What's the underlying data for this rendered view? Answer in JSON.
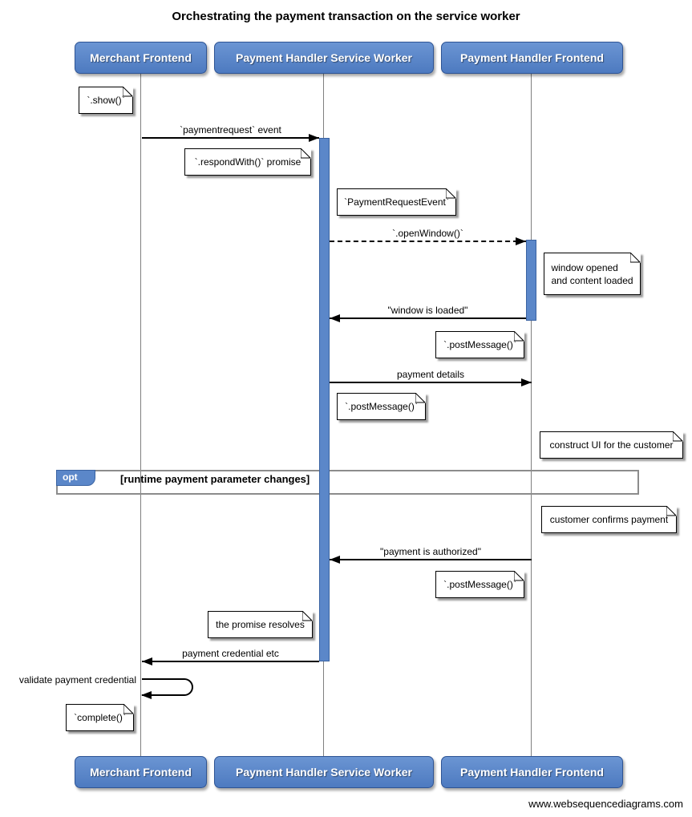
{
  "title": "Orchestrating the payment transaction on the service worker",
  "footer": "www.websequencediagrams.com",
  "actors": [
    {
      "label": "Merchant Frontend"
    },
    {
      "label": "Payment Handler Service Worker"
    },
    {
      "label": "Payment Handler Frontend"
    }
  ],
  "fragment": {
    "operator": "opt",
    "condition": "[runtime payment parameter changes]"
  },
  "messages": [
    {
      "label": "`paymentrequest` event",
      "from": "Merchant Frontend",
      "to": "Payment Handler Service Worker",
      "line": "solid"
    },
    {
      "label": "`.openWindow()`",
      "from": "Payment Handler Service Worker",
      "to": "Payment Handler Frontend",
      "line": "dashed"
    },
    {
      "label": "\"window is loaded\"",
      "from": "Payment Handler Frontend",
      "to": "Payment Handler Service Worker",
      "line": "solid"
    },
    {
      "label": "payment details",
      "from": "Payment Handler Service Worker",
      "to": "Payment Handler Frontend",
      "line": "solid"
    },
    {
      "label": "\"payment is authorized\"",
      "from": "Payment Handler Frontend",
      "to": "Payment Handler Service Worker",
      "line": "solid"
    },
    {
      "label": "payment credential etc",
      "from": "Payment Handler Service Worker",
      "to": "Merchant Frontend",
      "line": "solid"
    },
    {
      "label": "validate payment credential",
      "from": "Merchant Frontend",
      "to": "Merchant Frontend",
      "line": "solid",
      "self": true
    }
  ],
  "notes": [
    {
      "text": "`.show()`",
      "anchor": "Merchant Frontend"
    },
    {
      "text": "`.respondWith()` promise",
      "anchor": "Payment Handler Service Worker"
    },
    {
      "text": "`PaymentRequestEvent`",
      "anchor": "Payment Handler Service Worker"
    },
    {
      "text": "window opened\nand content loaded",
      "anchor": "Payment Handler Frontend"
    },
    {
      "text": "`.postMessage()`",
      "anchor": "Payment Handler Frontend"
    },
    {
      "text": "`.postMessage()`",
      "anchor": "Payment Handler Service Worker"
    },
    {
      "text": "construct UI for the customer",
      "anchor": "Payment Handler Frontend"
    },
    {
      "text": "customer confirms payment",
      "anchor": "Payment Handler Frontend"
    },
    {
      "text": "`.postMessage()`",
      "anchor": "Payment Handler Frontend"
    },
    {
      "text": "the promise resolves",
      "anchor": "Payment Handler Service Worker"
    },
    {
      "text": "`complete()`",
      "anchor": "Merchant Frontend"
    }
  ],
  "colors": {
    "actor_fill": "#4d7ac0",
    "actor_border": "#2e5494",
    "activation_fill": "#5b87c9",
    "activation_border": "#3a63a2",
    "fragment_border": "#8c8c8c",
    "lifeline": "#808080",
    "note_bg": "#ffffff",
    "arrow": "#000000"
  }
}
